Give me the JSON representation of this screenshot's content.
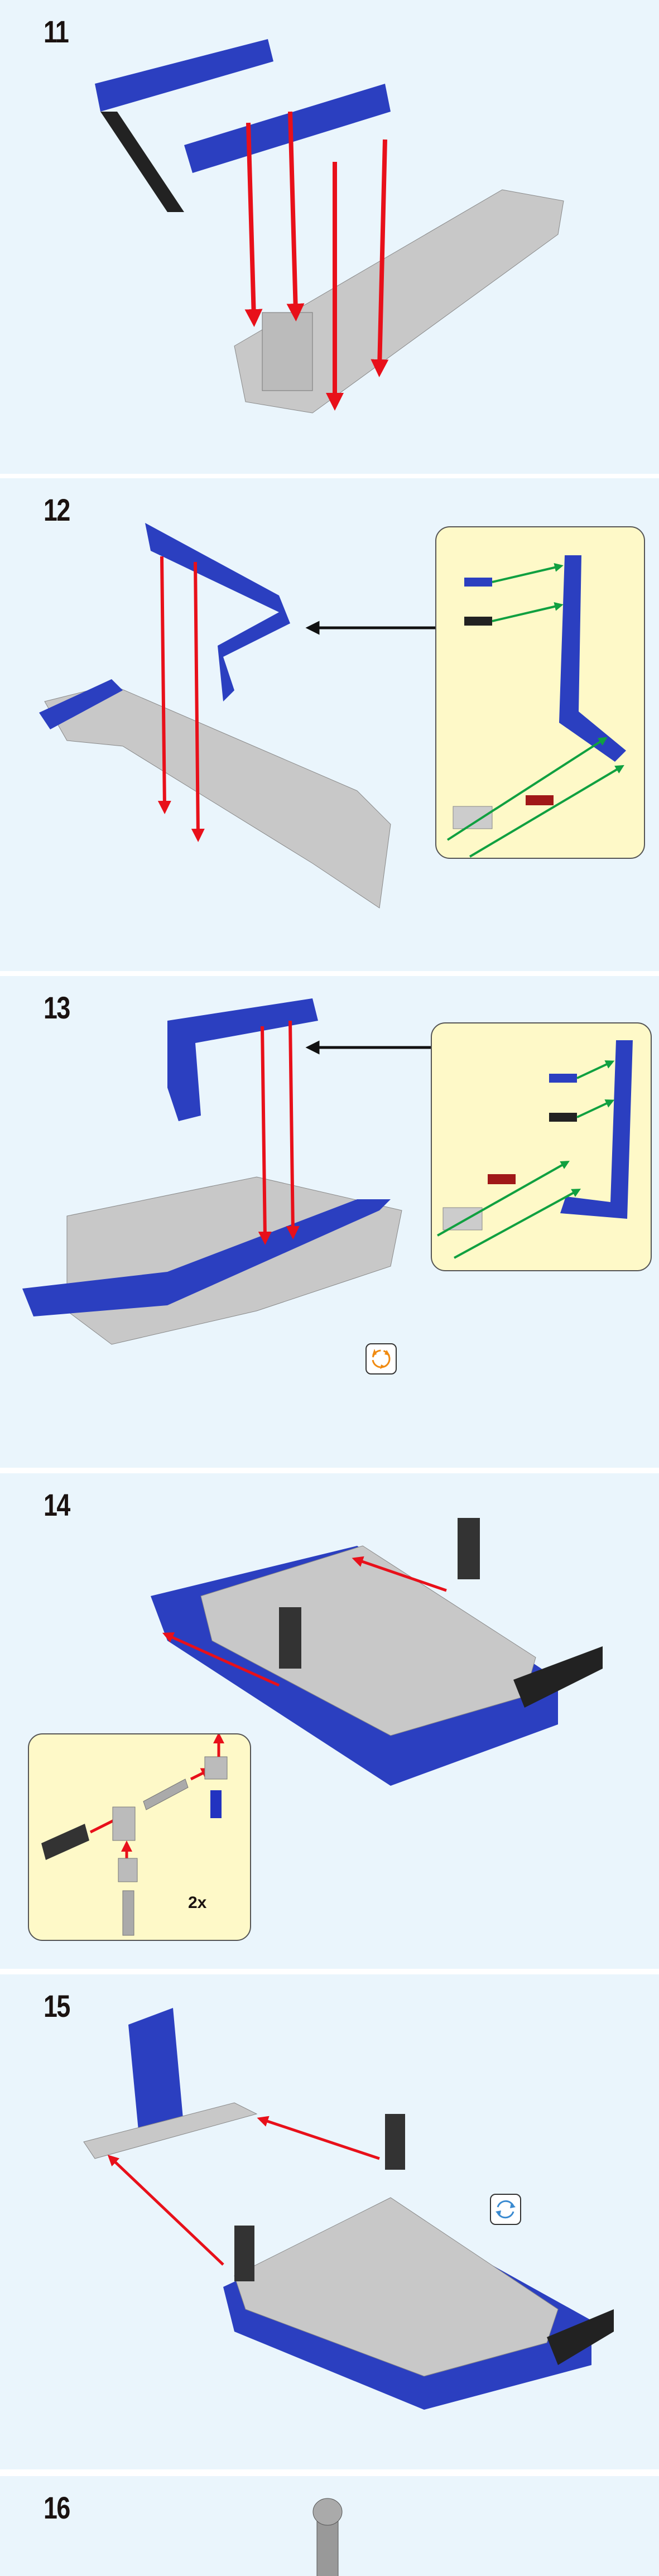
{
  "steps": [
    {
      "number": "11"
    },
    {
      "number": "12"
    },
    {
      "number": "13",
      "icon": "rotate-model-icon"
    },
    {
      "number": "14",
      "callout_quantity": "2x"
    },
    {
      "number": "15",
      "icon": "rotate-model-icon"
    },
    {
      "number": "16"
    }
  ],
  "colors": {
    "background": "#eaf5fc",
    "callout": "#fef9c8",
    "beam_blue": "#2b3fc0",
    "frame_grey": "#c8c8c8",
    "arrow_red": "#e8101a",
    "arrow_green": "#10a040",
    "rotate_orange": "#f08a10",
    "rotate_blue": "#3a8ad0"
  }
}
